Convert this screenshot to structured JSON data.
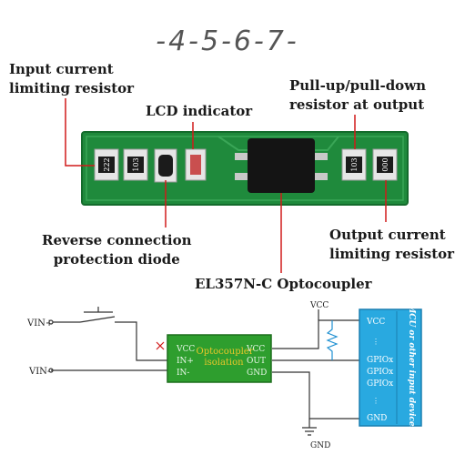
{
  "title": "-4-5-6-7-",
  "labels": {
    "input_resistor": [
      "Input current",
      "limiting resistor"
    ],
    "lcd_indicator": "LCD indicator",
    "pullup": [
      "Pull-up/pull-down",
      "resistor at output"
    ],
    "reverse_diode": [
      "Reverse connection",
      "protection diode"
    ],
    "output_resistor": [
      "Output current",
      "limiting resistor"
    ],
    "optocoupler": "EL357N-C Optocoupler"
  },
  "board": {
    "components": [
      "222",
      "103",
      "",
      "",
      "103",
      "000"
    ]
  },
  "schematic": {
    "vin_plus": "VIN+",
    "vin_minus": "VIN-",
    "vcc_top": "VCC",
    "gnd_bottom": "GND",
    "module": {
      "title": [
        "Optocoupler",
        "isolation"
      ],
      "left_pins": [
        "VCC",
        "IN+",
        "IN-"
      ],
      "right_pins": [
        "VCC",
        "OUT",
        "GND"
      ]
    },
    "mcu": {
      "side_label": "MCU or other input devices",
      "pins": [
        "VCC",
        "GPIOx",
        "GPIOx",
        "GPIOx",
        "GND"
      ]
    }
  },
  "colors": {
    "pcb": "#1f8a3c",
    "module": "#2e9e2e",
    "mcu": "#29a9e0",
    "wire": "#333333",
    "red_leader": "#d11a1a"
  }
}
